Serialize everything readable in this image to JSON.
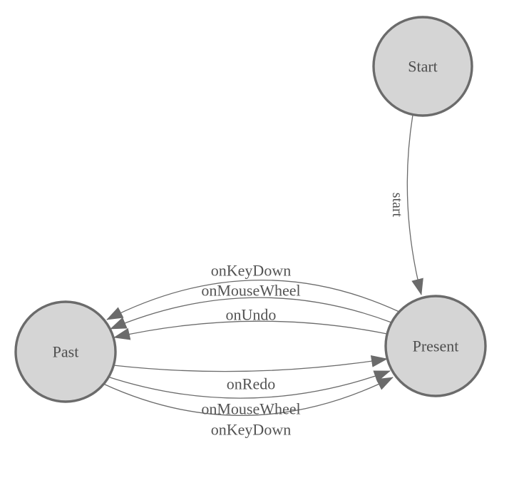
{
  "diagram": {
    "type": "state-machine",
    "colors": {
      "background": "#ffffff",
      "node_fill": "#d5d5d5",
      "node_stroke": "#6b6b6b",
      "edge_stroke": "#6b6b6b",
      "arrow_fill": "#6b6b6b",
      "node_label_color": "#4e4e4e",
      "edge_label_color": "#535353"
    },
    "nodes": [
      {
        "id": "start",
        "label": "Start"
      },
      {
        "id": "present",
        "label": "Present"
      },
      {
        "id": "past",
        "label": "Past"
      }
    ],
    "edges": [
      {
        "from": "Start",
        "to": "Present",
        "label": "start"
      },
      {
        "from": "Present",
        "to": "Past",
        "label": "onKeyDown"
      },
      {
        "from": "Present",
        "to": "Past",
        "label": "onMouseWheel"
      },
      {
        "from": "Present",
        "to": "Past",
        "label": "onUndo"
      },
      {
        "from": "Past",
        "to": "Present",
        "label": "onRedo"
      },
      {
        "from": "Past",
        "to": "Present",
        "label": "onMouseWheel"
      },
      {
        "from": "Past",
        "to": "Present",
        "label": "onKeyDown"
      }
    ]
  }
}
